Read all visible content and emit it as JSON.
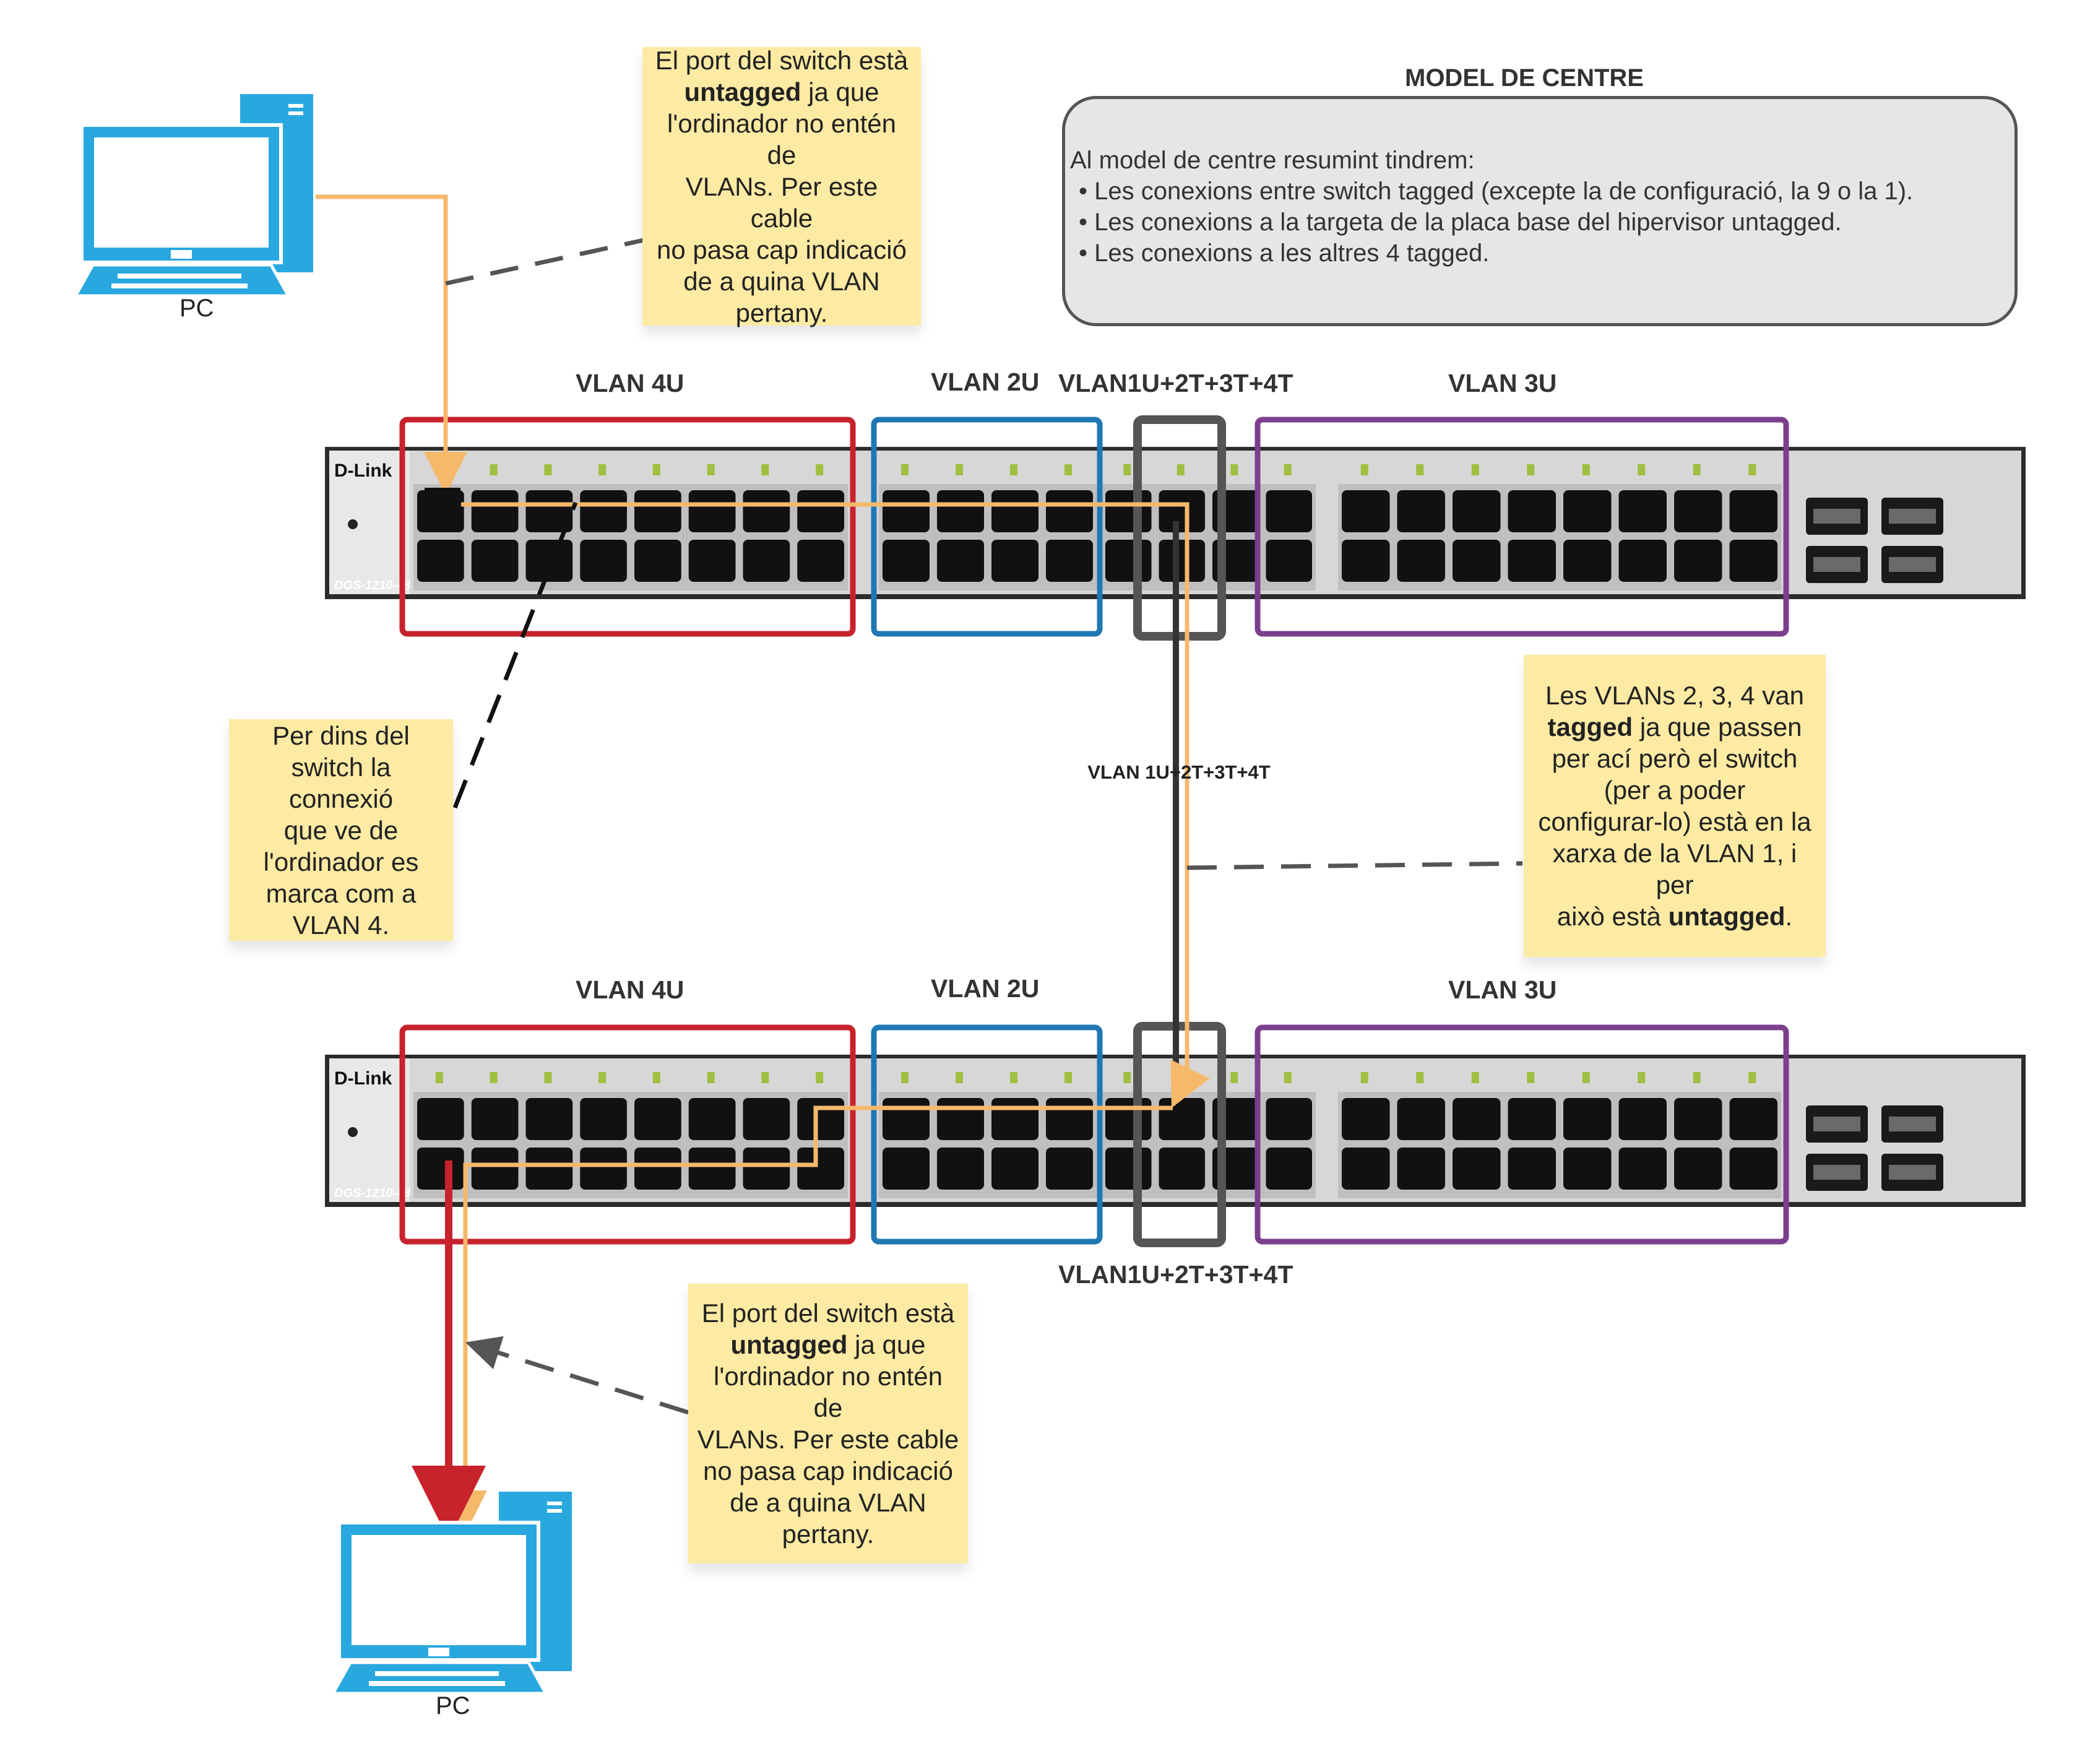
{
  "summary": {
    "title": "MODEL DE CENTRE",
    "intro": "Al model de centre resumint tindrem:",
    "bullets": [
      "Les conexions entre switch tagged (excepte la de configuració, la 9 o la 1).",
      "Les conexions a la targeta de la placa base del hipervisor untagged.",
      "Les conexions a les altres 4 tagged."
    ]
  },
  "vlan_labels": {
    "top_vlan4": "VLAN 4U",
    "top_vlan2": "VLAN 2U",
    "top_trunk": "VLAN1U+2T+3T+4T",
    "top_vlan3": "VLAN 3U",
    "bottom_vlan4": "VLAN 4U",
    "bottom_vlan2": "VLAN 2U",
    "bottom_vlan3": "VLAN 3U",
    "bottom_trunk": "VLAN1U+2T+3T+4T",
    "cable_trunk": "VLAN 1U+2T+3T+4T"
  },
  "pcs": {
    "top": "PC",
    "bottom": "PC"
  },
  "switch": {
    "brand": "D-Link",
    "model": "DGS-1210-48"
  },
  "notes": {
    "top_pc": [
      "El port del switch està",
      "untagged",
      " ja que",
      "l'ordinador no entén de",
      "VLANs. Per este cable",
      "no pasa cap indicació",
      "de a quina VLAN",
      "pertany."
    ],
    "inside": [
      "Per dins del",
      "switch la connexió",
      "que ve de",
      "l'ordinador es",
      "marca com a",
      "VLAN 4."
    ],
    "trunk": [
      "Les VLANs 2, 3, 4 van",
      "tagged",
      " ja que passen",
      "per ací però el switch",
      "(per a poder",
      "configurar-lo) està en la",
      "xarxa de la VLAN 1, i per",
      "això està ",
      "untagged",
      "."
    ],
    "bottom_pc": [
      "El port del switch està",
      "untagged",
      " ja que",
      "l'ordinador no entén de",
      "VLANs. Per este cable",
      "no pasa cap indicació",
      "de a quina VLAN",
      "pertany."
    ]
  },
  "colors": {
    "vlan4": "#c8222d",
    "vlan2": "#1f78b4",
    "trunk": "#555555",
    "vlan3": "#7b3f8c",
    "cable_orange": "#f6b96b",
    "cable_red": "#c8222d",
    "pc_blue": "#29a8e0",
    "note": "#fdeaa3"
  }
}
